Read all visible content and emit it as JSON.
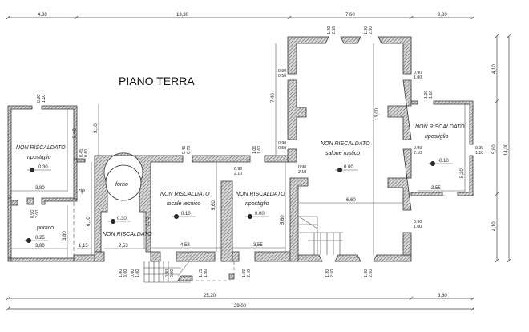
{
  "title": "PIANO TERRA",
  "colors": {
    "wall": "#333333",
    "paper": "#ffffff",
    "ink": "#222222"
  },
  "top_dims": [
    "4,30",
    "13,30",
    "7,60",
    "3,80"
  ],
  "bottom_dims": {
    "partial": "25,20",
    "right": "3,80",
    "total": "29,00"
  },
  "right_dims": {
    "top": "4,10",
    "middle": "5,80",
    "bottom": "4,10",
    "total": "14,00"
  },
  "vertical_dims": {
    "left_wing": "3,10",
    "hall_height": "7,40",
    "salone_height": "13,00"
  },
  "rooms": [
    {
      "status": "NON RISCALDATO",
      "name": "ripostiglio",
      "level": "0.30",
      "width": "3,80",
      "height": "5,40"
    },
    {
      "status": "",
      "name": "portico",
      "level": "0.25",
      "width": "3,80",
      "height": "3,80"
    },
    {
      "status": "",
      "name": "rip.",
      "level": "",
      "width": "1,15",
      "height": "6,10"
    },
    {
      "status": "",
      "name": "forno",
      "level": "",
      "width": "",
      "height": ""
    },
    {
      "status": "NON RISCALDATO",
      "name": "",
      "level": "0.30",
      "width": "2,53",
      "height": "2,75"
    },
    {
      "status": "NON RISCALDATO",
      "name": "locale tecnico",
      "level": "0.10",
      "width": "4,58",
      "height": "5,60"
    },
    {
      "status": "NON RISCALDATO",
      "name": "ripostiglio",
      "level": "0.00",
      "width": "3,55",
      "height": "5,60"
    },
    {
      "status": "NON RISCALDATO",
      "name": "salone rustico",
      "level": "0.00",
      "width": "6,60",
      "height": "13,00"
    },
    {
      "status": "NON RISCALDATO",
      "name": "ripostiglio",
      "level": "-0.10",
      "width": "3,55",
      "height": "5,30"
    }
  ],
  "openings": [
    {
      "w": "0.90",
      "h": "1.10"
    },
    {
      "w": "0.45",
      "h": "0.80"
    },
    {
      "w": "0.90",
      "h": "2.00"
    },
    {
      "w": "1.80",
      "h": "3.00"
    },
    {
      "w": "0.45",
      "h": "0.70"
    },
    {
      "w": "1.06",
      "h": "1.60"
    },
    {
      "w": "0.90",
      "h": "2.10"
    },
    {
      "w": "0.90",
      "h": "0.50"
    },
    {
      "w": "0.90",
      "h": "0.50"
    },
    {
      "w": "0.90",
      "h": "2.10"
    },
    {
      "w": "0.90",
      "h": "1.00"
    },
    {
      "w": "0.90",
      "h": "2.10"
    },
    {
      "w": "0.90",
      "h": "1.00"
    },
    {
      "w": "0.90",
      "h": "1.10"
    },
    {
      "w": "1.00",
      "h": "1.10"
    },
    {
      "w": "1.20",
      "h": "2.50"
    },
    {
      "w": "1.30",
      "h": "2.50"
    },
    {
      "w": "1.20",
      "h": "2.50"
    },
    {
      "w": "1.30",
      "h": "2.50"
    },
    {
      "w": "0.90",
      "h": "2.00"
    },
    {
      "w": "1.15",
      "h": "1.90"
    },
    {
      "w": "1.00",
      "h": "2.10"
    },
    {
      "w": "0.80",
      "h": "1.00"
    }
  ]
}
